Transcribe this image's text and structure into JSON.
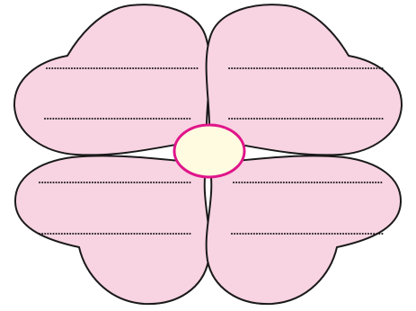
{
  "diagram": {
    "shape": "four-petal flower worksheet",
    "petal_count": 4,
    "blank_lines_per_petal": 2,
    "colors": {
      "petal_fill": "#f8d3e2",
      "outline": "#1a1a1a",
      "center_fill": "#fefbe0",
      "center_stroke": "#e0158a",
      "background": "#ffffff"
    },
    "petals": [
      {
        "position": "top-left",
        "lines": [
          "",
          ""
        ]
      },
      {
        "position": "top-right",
        "lines": [
          "",
          ""
        ]
      },
      {
        "position": "bottom-left",
        "lines": [
          "",
          ""
        ]
      },
      {
        "position": "bottom-right",
        "lines": [
          "",
          ""
        ]
      }
    ],
    "center": {
      "text": ""
    }
  }
}
